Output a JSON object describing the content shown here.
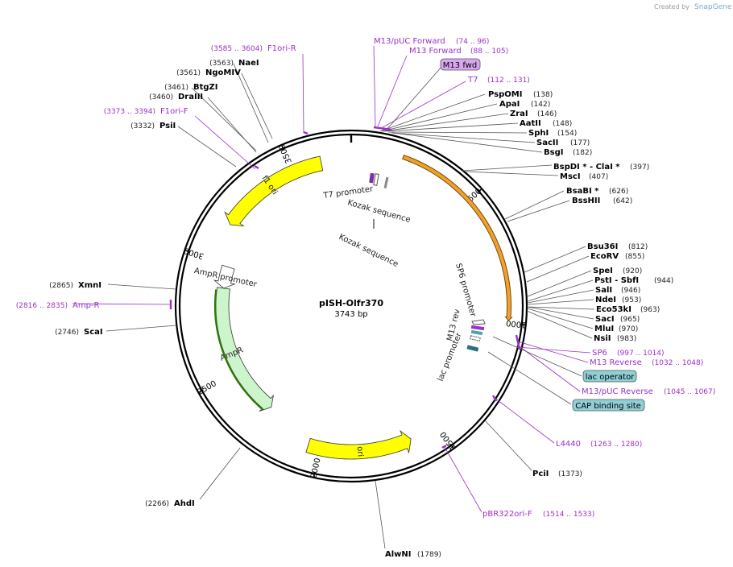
{
  "credit": {
    "prefix": "Created by",
    "brand": "SnapGene"
  },
  "plasmid": {
    "name": "pISH-Olfr370",
    "length_label": "3743 bp",
    "length": 3743
  },
  "ticks": [
    {
      "bp": 500,
      "label": "500"
    },
    {
      "bp": 1000,
      "label": "1000"
    },
    {
      "bp": 1500,
      "label": "1500"
    },
    {
      "bp": 2000,
      "label": "2000"
    },
    {
      "bp": 2500,
      "label": "2500"
    },
    {
      "bp": 3000,
      "label": "3000"
    },
    {
      "bp": 3500,
      "label": "3500"
    }
  ],
  "arrow_features": [
    {
      "name": "f1 ori",
      "start": 3160,
      "end": 3620,
      "dir": -1,
      "ring": 0,
      "color": "#ffff00",
      "label": "f1 ori"
    },
    {
      "name": "ori",
      "start": 1620,
      "end": 2050,
      "dir": -1,
      "ring": 0,
      "color": "#ffff00",
      "label": "ori"
    },
    {
      "name": "AmpR",
      "start": 2270,
      "end": 2890,
      "dir": -1,
      "ring": 1,
      "color": "#ccf5cc",
      "label": "AmpR"
    },
    {
      "name": "AmpR promoter",
      "start": 2890,
      "end": 2990,
      "dir": -1,
      "ring": 1,
      "color": "#ffffff",
      "label": "AmpR promoter"
    },
    {
      "name": "Olfr370 insert",
      "start": 200,
      "end": 990,
      "dir": 1,
      "ring": -1,
      "color": "#f0a030",
      "label": ""
    }
  ],
  "feature_labels": [
    {
      "text": "T7 promoter",
      "key": "t7p"
    },
    {
      "text": "Kozak sequence",
      "key": "koz1"
    },
    {
      "text": "Kozak sequence",
      "key": "koz2"
    },
    {
      "text": "SP6 promoter",
      "key": "sp6p"
    },
    {
      "text": "M13 rev",
      "key": "m13r"
    },
    {
      "text": "lac promoter",
      "key": "lacp"
    }
  ],
  "enzymes_right": [
    {
      "name": "PspOMI",
      "pos": "(138)"
    },
    {
      "name": "ApaI",
      "pos": "(142)"
    },
    {
      "name": "ZraI",
      "pos": "(146)"
    },
    {
      "name": "AatII",
      "pos": "(148)"
    },
    {
      "name": "SphI",
      "pos": "(154)"
    },
    {
      "name": "SacII",
      "pos": "(177)"
    },
    {
      "name": "BsgI",
      "pos": "(182)"
    },
    {
      "name": "BspDI * - ClaI *",
      "pos": "(397)"
    },
    {
      "name": "MscI",
      "pos": "(407)"
    },
    {
      "name": "BsaBI *",
      "pos": "(626)"
    },
    {
      "name": "BssHII",
      "pos": "(642)"
    },
    {
      "name": "Bsu36I",
      "pos": "(812)"
    },
    {
      "name": "EcoRV",
      "pos": "(855)"
    },
    {
      "name": "SpeI",
      "pos": "(920)"
    },
    {
      "name": "PstI - SbfI",
      "pos": "(944)"
    },
    {
      "name": "SalI",
      "pos": "(946)"
    },
    {
      "name": "NdeI",
      "pos": "(953)"
    },
    {
      "name": "Eco53kI",
      "pos": "(963)"
    },
    {
      "name": "SacI",
      "pos": "(965)"
    },
    {
      "name": "MluI",
      "pos": "(970)"
    },
    {
      "name": "NsiI",
      "pos": "(983)"
    },
    {
      "name": "PciI",
      "pos": "(1373)"
    },
    {
      "name": "AlwNI",
      "pos": "(1789)"
    }
  ],
  "enzymes_left": [
    {
      "name": "NaeI",
      "pos": "(3563)"
    },
    {
      "name": "NgoMIV",
      "pos": "(3561)"
    },
    {
      "name": "BtgZI",
      "pos": "(3461)"
    },
    {
      "name": "DraIII",
      "pos": "(3460)"
    },
    {
      "name": "PsiI",
      "pos": "(3332)"
    },
    {
      "name": "XmnI",
      "pos": "(2865)"
    },
    {
      "name": "ScaI",
      "pos": "(2746)"
    },
    {
      "name": "AhdI",
      "pos": "(2266)"
    }
  ],
  "primers": [
    {
      "name": "F1ori-R",
      "pos": "(3585 .. 3604)"
    },
    {
      "name": "F1ori-F",
      "pos": "(3373 .. 3394)"
    },
    {
      "name": "M13/pUC Forward",
      "pos": "(74 .. 96)"
    },
    {
      "name": "M13 Forward",
      "pos": "(88 .. 105)"
    },
    {
      "name": "T7",
      "pos": "(112 .. 131)"
    },
    {
      "name": "SP6",
      "pos": "(997 .. 1014)"
    },
    {
      "name": "M13 Reverse",
      "pos": "(1032 .. 1048)"
    },
    {
      "name": "M13/pUC Reverse",
      "pos": "(1045 .. 1067)"
    },
    {
      "name": "L4440",
      "pos": "(1263 .. 1280)"
    },
    {
      "name": "pBR322ori-F",
      "pos": "(1514 .. 1533)"
    },
    {
      "name": "Amp-R",
      "pos": "(2816 .. 2835)"
    }
  ],
  "boxes": [
    {
      "text": "M13 fwd",
      "color": "#d9a6f0"
    },
    {
      "text": "lac operator",
      "color": "#8fcfd6"
    },
    {
      "text": "CAP binding site",
      "color": "#8fcfd6"
    }
  ]
}
